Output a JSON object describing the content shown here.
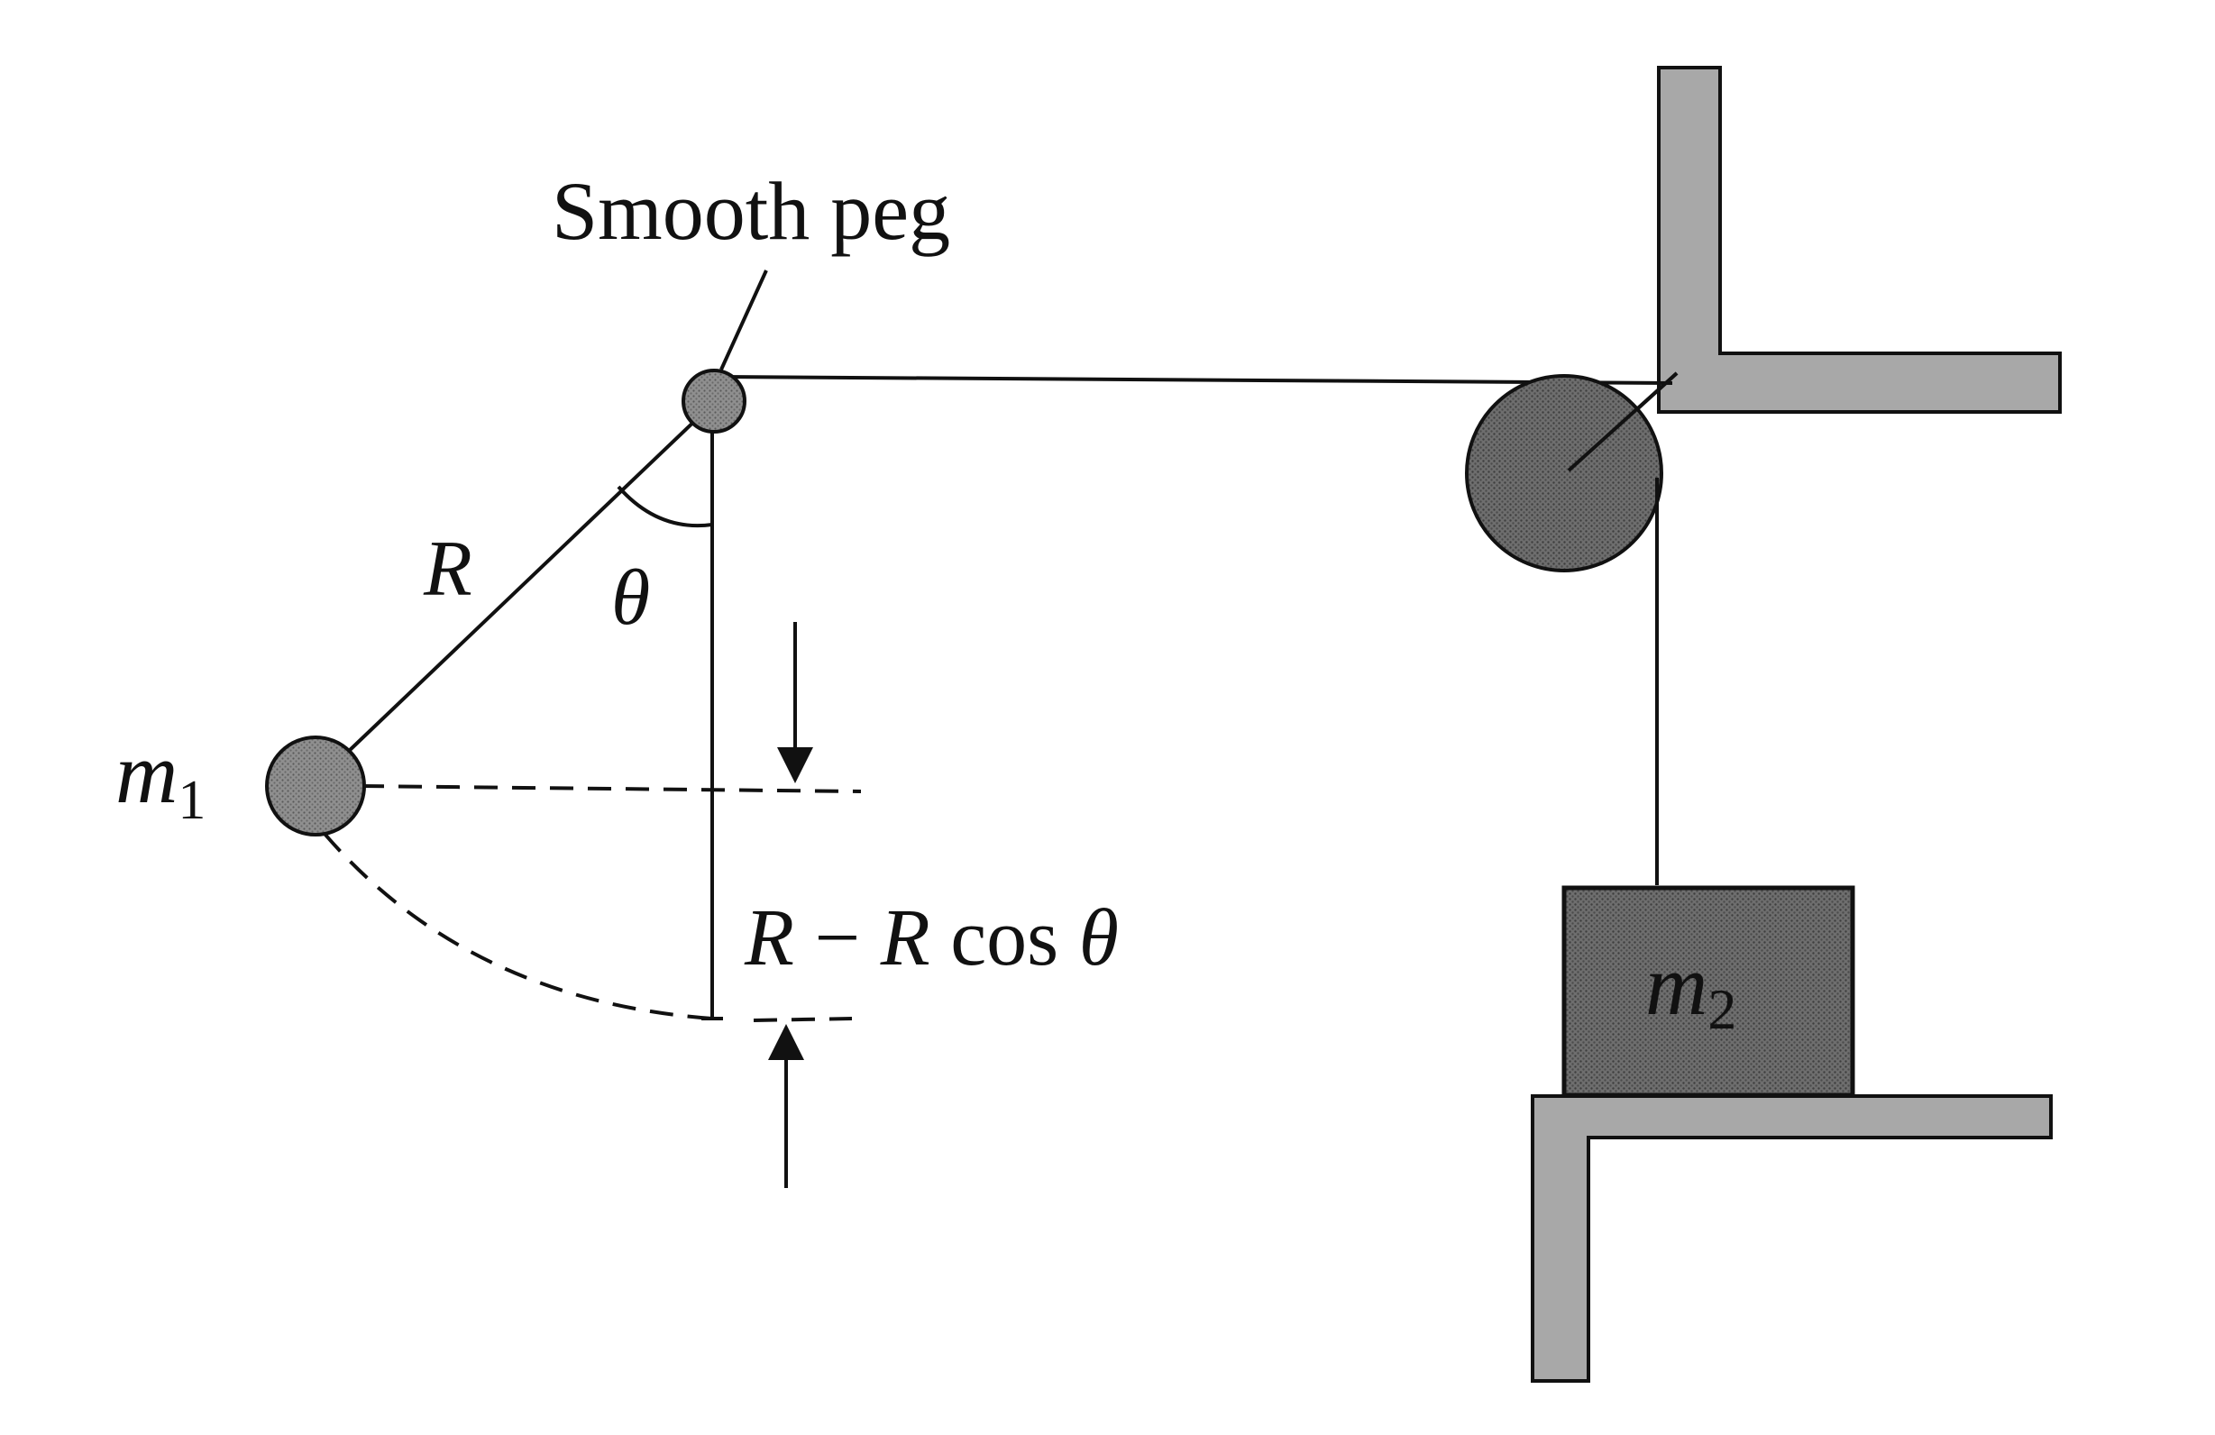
{
  "labels": {
    "peg": "Smooth peg",
    "radius": "R",
    "angle": "θ",
    "mass1_base": "m",
    "mass1_sub": "1",
    "mass2_base": "m",
    "mass2_sub": "2",
    "height_expr_a": "R",
    "height_expr_b": " − ",
    "height_expr_c": "R",
    "height_expr_d": " cos ",
    "height_expr_e": "θ"
  }
}
